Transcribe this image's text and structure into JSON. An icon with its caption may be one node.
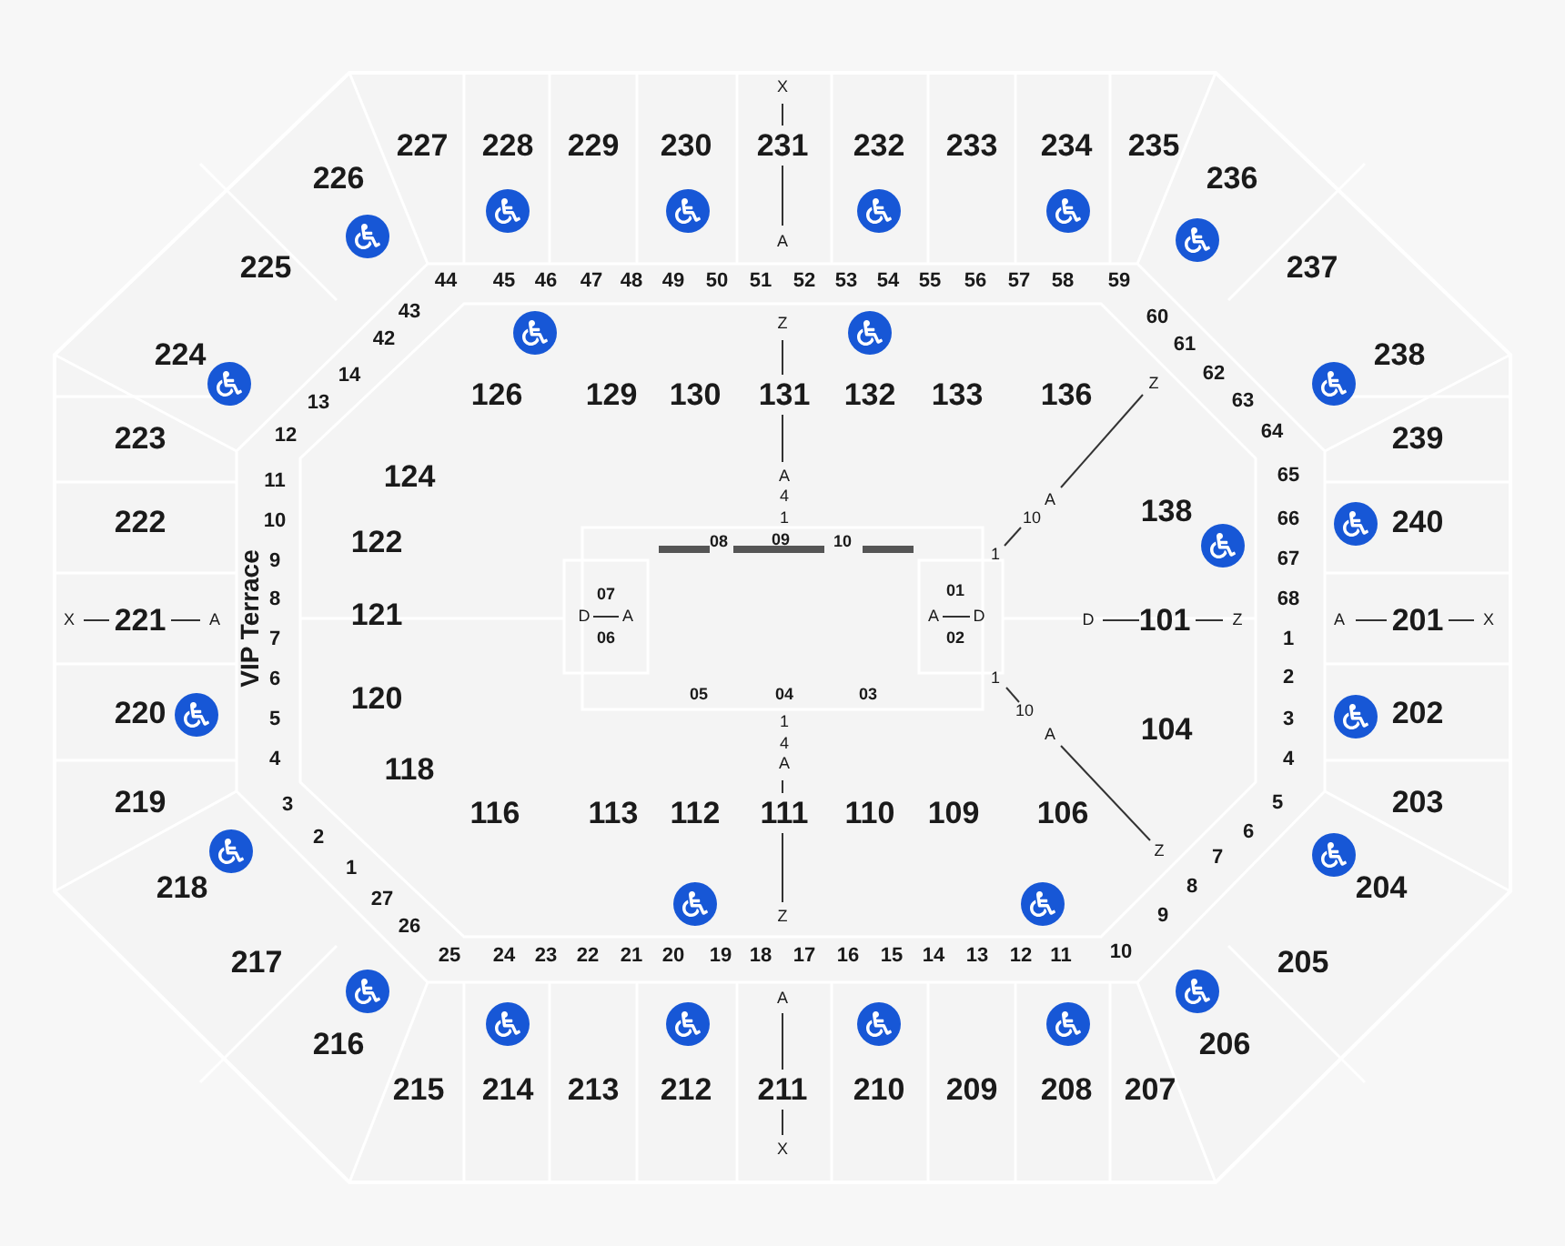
{
  "diagram": {
    "nodes": [
      {
        "text": [
          "227"
        ]
      },
      {
        "text": [
          "228"
        ]
      },
      {
        "text": [
          "229"
        ]
      },
      {
        "text": [
          "230"
        ]
      },
      {
        "text": [
          "231"
        ]
      },
      {
        "text": [
          "232"
        ]
      },
      {
        "text": [
          "233"
        ]
      },
      {
        "text": [
          "234"
        ]
      },
      {
        "text": [
          "235"
        ]
      },
      {
        "text": [
          "226"
        ]
      },
      {
        "text": [
          "236"
        ]
      },
      {
        "text": [
          "225"
        ]
      },
      {
        "text": [
          "237"
        ]
      },
      {
        "text": [
          "224"
        ]
      },
      {
        "text": [
          "238"
        ]
      },
      {
        "text": [
          "223"
        ]
      },
      {
        "text": [
          "239"
        ]
      },
      {
        "text": [
          "222"
        ]
      },
      {
        "text": [
          "240"
        ]
      },
      {
        "text": [
          "221"
        ]
      },
      {
        "text": [
          "201"
        ]
      },
      {
        "text": [
          "220"
        ]
      },
      {
        "text": [
          "202"
        ]
      },
      {
        "text": [
          "219"
        ]
      },
      {
        "text": [
          "203"
        ]
      },
      {
        "text": [
          "218"
        ]
      },
      {
        "text": [
          "204"
        ]
      },
      {
        "text": [
          "217"
        ]
      },
      {
        "text": [
          "205"
        ]
      },
      {
        "text": [
          "216"
        ]
      },
      {
        "text": [
          "206"
        ]
      },
      {
        "text": [
          "215"
        ]
      },
      {
        "text": [
          "214"
        ]
      },
      {
        "text": [
          "213"
        ]
      },
      {
        "text": [
          "212"
        ]
      },
      {
        "text": [
          "211"
        ]
      },
      {
        "text": [
          "210"
        ]
      },
      {
        "text": [
          "209"
        ]
      },
      {
        "text": [
          "208"
        ]
      },
      {
        "text": [
          "207"
        ]
      },
      {
        "text": [
          "44"
        ]
      },
      {
        "text": [
          "45"
        ]
      },
      {
        "text": [
          "46"
        ]
      },
      {
        "text": [
          "47"
        ]
      },
      {
        "text": [
          "48"
        ]
      },
      {
        "text": [
          "49"
        ]
      },
      {
        "text": [
          "50"
        ]
      },
      {
        "text": [
          "51"
        ]
      },
      {
        "text": [
          "52"
        ]
      },
      {
        "text": [
          "53"
        ]
      },
      {
        "text": [
          "54"
        ]
      },
      {
        "text": [
          "55"
        ]
      },
      {
        "text": [
          "56"
        ]
      },
      {
        "text": [
          "57"
        ]
      },
      {
        "text": [
          "58"
        ]
      },
      {
        "text": [
          "59"
        ]
      },
      {
        "text": [
          "60"
        ]
      },
      {
        "text": [
          "61"
        ]
      },
      {
        "text": [
          "62"
        ]
      },
      {
        "text": [
          "63"
        ]
      },
      {
        "text": [
          "64"
        ]
      },
      {
        "text": [
          "65"
        ]
      },
      {
        "text": [
          "66"
        ]
      },
      {
        "text": [
          "67"
        ]
      },
      {
        "text": [
          "68"
        ]
      },
      {
        "text": [
          "1"
        ]
      },
      {
        "text": [
          "2"
        ]
      },
      {
        "text": [
          "3"
        ]
      },
      {
        "text": [
          "4"
        ]
      },
      {
        "text": [
          "5"
        ]
      },
      {
        "text": [
          "6"
        ]
      },
      {
        "text": [
          "7"
        ]
      },
      {
        "text": [
          "8"
        ]
      },
      {
        "text": [
          "9"
        ]
      },
      {
        "text": [
          "10"
        ]
      },
      {
        "text": [
          "11"
        ]
      },
      {
        "text": [
          "12"
        ]
      },
      {
        "text": [
          "13"
        ]
      },
      {
        "text": [
          "14"
        ]
      },
      {
        "text": [
          "15"
        ]
      },
      {
        "text": [
          "16"
        ]
      },
      {
        "text": [
          "17"
        ]
      },
      {
        "text": [
          "18"
        ]
      },
      {
        "text": [
          "19"
        ]
      },
      {
        "text": [
          "20"
        ]
      },
      {
        "text": [
          "21"
        ]
      },
      {
        "text": [
          "22"
        ]
      },
      {
        "text": [
          "23"
        ]
      },
      {
        "text": [
          "24"
        ]
      },
      {
        "text": [
          "25"
        ]
      },
      {
        "text": [
          "26"
        ]
      },
      {
        "text": [
          "27"
        ]
      },
      {
        "text": [
          "1"
        ]
      },
      {
        "text": [
          "2"
        ]
      },
      {
        "text": [
          "3"
        ]
      },
      {
        "text": [
          "4"
        ]
      },
      {
        "text": [
          "5"
        ]
      },
      {
        "text": [
          "6"
        ]
      },
      {
        "text": [
          "7"
        ]
      },
      {
        "text": [
          "8"
        ]
      },
      {
        "text": [
          "9"
        ]
      },
      {
        "text": [
          "10"
        ]
      },
      {
        "text": [
          "11"
        ]
      },
      {
        "text": [
          "12"
        ]
      },
      {
        "text": [
          "13"
        ]
      },
      {
        "text": [
          "14"
        ]
      },
      {
        "text": [
          "42"
        ]
      },
      {
        "text": [
          "43"
        ]
      },
      {
        "text": [
          "126"
        ]
      },
      {
        "text": [
          "129"
        ]
      },
      {
        "text": [
          "130"
        ]
      },
      {
        "text": [
          "131"
        ]
      },
      {
        "text": [
          "132"
        ]
      },
      {
        "text": [
          "133"
        ]
      },
      {
        "text": [
          "136"
        ]
      },
      {
        "text": [
          "124"
        ]
      },
      {
        "text": [
          "138"
        ]
      },
      {
        "text": [
          "122"
        ]
      },
      {
        "text": [
          "121"
        ]
      },
      {
        "text": [
          "101"
        ]
      },
      {
        "text": [
          "120"
        ]
      },
      {
        "text": [
          "104"
        ]
      },
      {
        "text": [
          "118"
        ]
      },
      {
        "text": [
          "116"
        ]
      },
      {
        "text": [
          "113"
        ]
      },
      {
        "text": [
          "112"
        ]
      },
      {
        "text": [
          "111"
        ]
      },
      {
        "text": [
          "110"
        ]
      },
      {
        "text": [
          "109"
        ]
      },
      {
        "text": [
          "106"
        ]
      },
      {
        "text": [
          "08"
        ]
      },
      {
        "text": [
          "09"
        ]
      },
      {
        "text": [
          "10"
        ]
      },
      {
        "text": [
          "07"
        ]
      },
      {
        "text": [
          "06"
        ]
      },
      {
        "text": [
          "01"
        ]
      },
      {
        "text": [
          "02"
        ]
      },
      {
        "text": [
          "05"
        ]
      },
      {
        "text": [
          "04"
        ]
      },
      {
        "text": [
          "03"
        ]
      }
    ],
    "labels": [
      "X",
      "A",
      "Z",
      "Z",
      "A",
      "4",
      "1",
      "A",
      "10",
      "1",
      "X",
      "A",
      "D",
      "A",
      "A",
      "D",
      "D",
      "Z",
      "A",
      "X",
      "VIP Terrace",
      "1",
      "10",
      "A",
      "1",
      "4",
      "A",
      "Z",
      "Z",
      "A",
      "X"
    ]
  }
}
